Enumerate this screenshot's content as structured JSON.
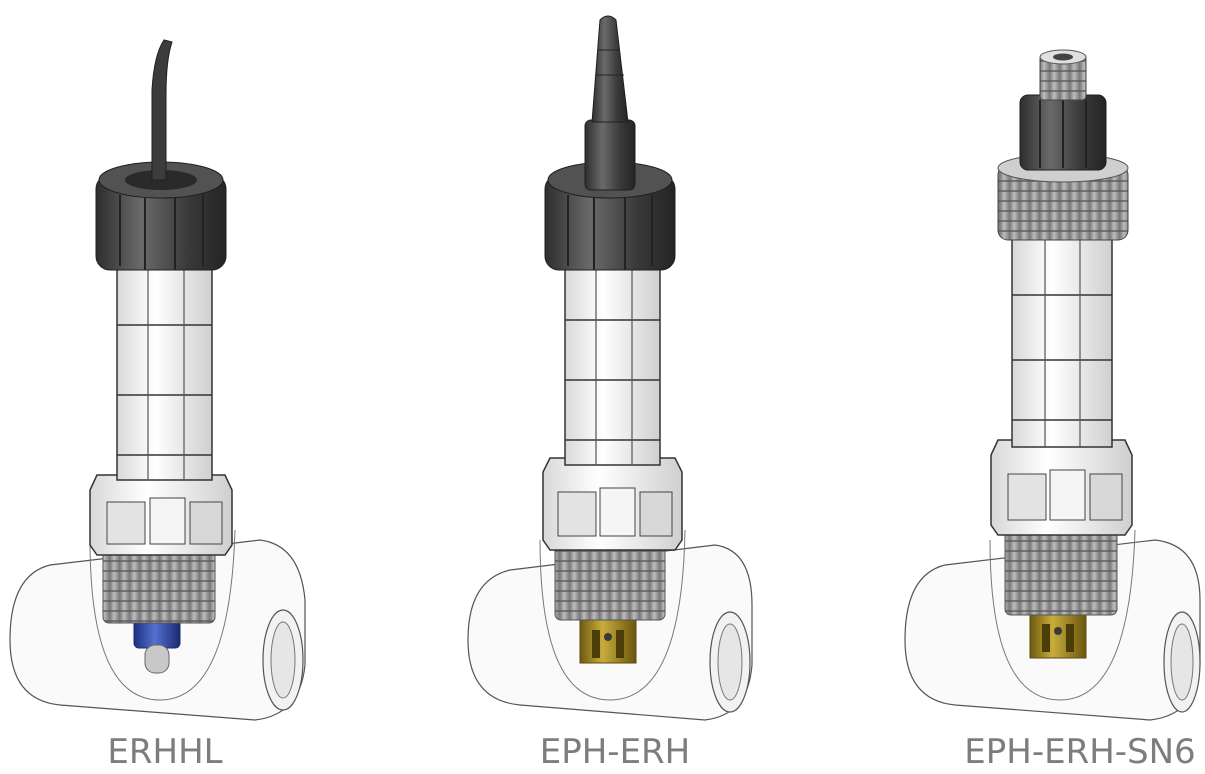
{
  "products": [
    {
      "label": "ERHHL",
      "top": "cable",
      "tip_color": "#3a55b5"
    },
    {
      "label": "EPH-ERH",
      "top": "conical-boot",
      "tip_color": "#b59a2a"
    },
    {
      "label": "EPH-ERH-SN6",
      "top": "sn6-connector",
      "tip_color": "#b59a2a"
    }
  ],
  "colors": {
    "cap": "#3f3f3f",
    "thread": "#9a9a9a",
    "body": "#f4f4f4",
    "outline": "#555555",
    "label": "#7d7d7d"
  }
}
